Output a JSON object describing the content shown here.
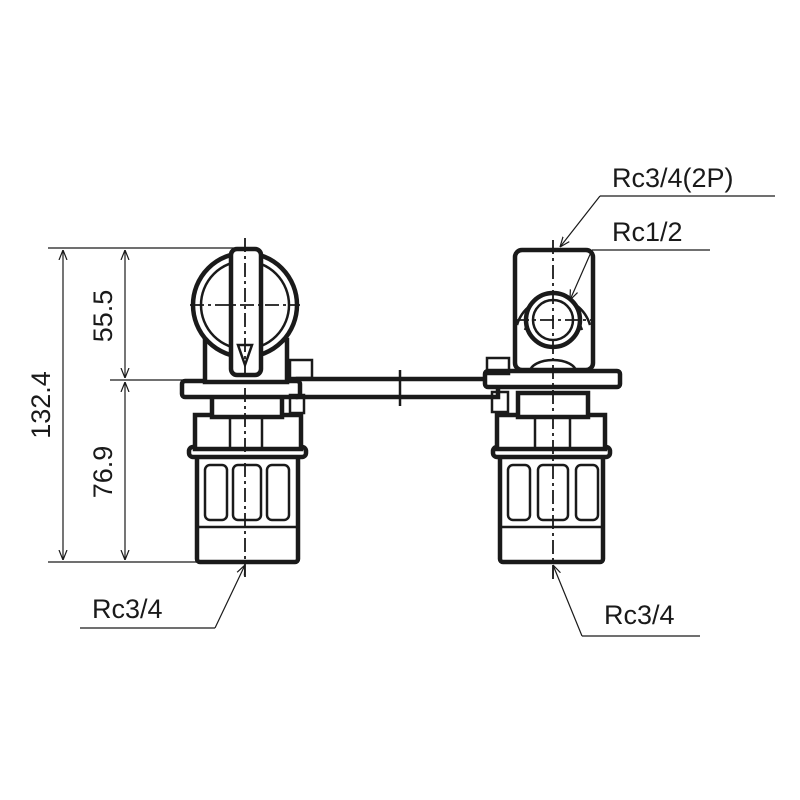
{
  "dimensions": {
    "overall_height": "132.4",
    "upper_height": "55.5",
    "lower_height": "76.9"
  },
  "callouts": {
    "top_right_outlet": "Rc3/4(2P)",
    "side_port": "Rc1/2",
    "bottom_left_inlet": "Rc3/4",
    "bottom_right_inlet": "Rc3/4"
  }
}
